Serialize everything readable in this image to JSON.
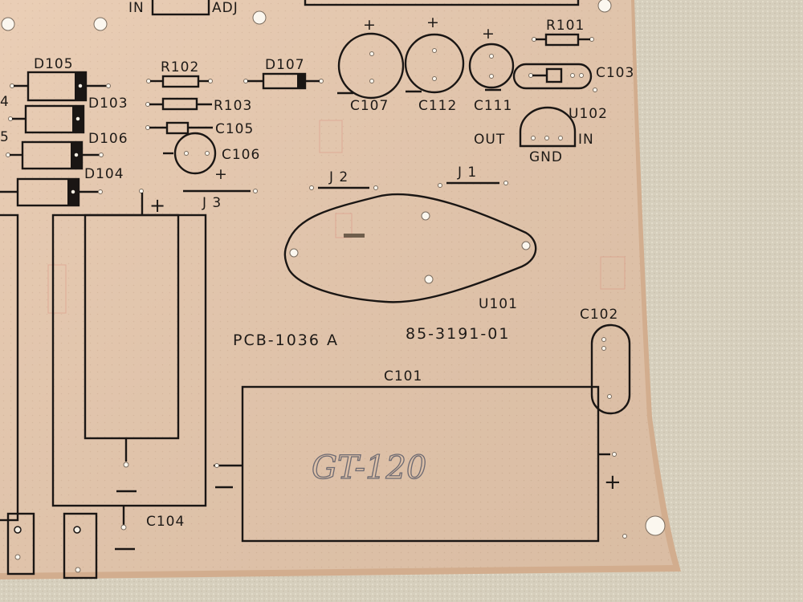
{
  "colors": {
    "board": "#e7c7ac",
    "board_edge": "#d8b596",
    "silkscreen": "#1a1614",
    "background": "#d9d2c0",
    "pencil": "#6d6a72",
    "faint_marks": "#d98a7a"
  },
  "board": {
    "part_number": "PCB-1036 A",
    "serial": "85-3191-01"
  },
  "labels": {
    "in_top": "IN",
    "adj_top": "ADJ",
    "d105": "D105",
    "d103": "D103",
    "d106": "D106",
    "d104": "D104",
    "d107": "D107",
    "r102": "R102",
    "r103": "R103",
    "r101": "R101",
    "c105": "C105",
    "c106": "C106",
    "c107": "C107",
    "c112": "C112",
    "c111": "C111",
    "c103": "C103",
    "u102": "U102",
    "out": "OUT",
    "in": "IN",
    "gnd": "GND",
    "j1": "J 1",
    "j2": "J 2",
    "j3": "J 3",
    "u101": "U101",
    "c102": "C102",
    "c101": "C101",
    "c104": "C104",
    "plus": "+",
    "minus": "−",
    "frag_left_top": "4",
    "frag_left_bottom": "5"
  },
  "handwriting": "GT-120"
}
